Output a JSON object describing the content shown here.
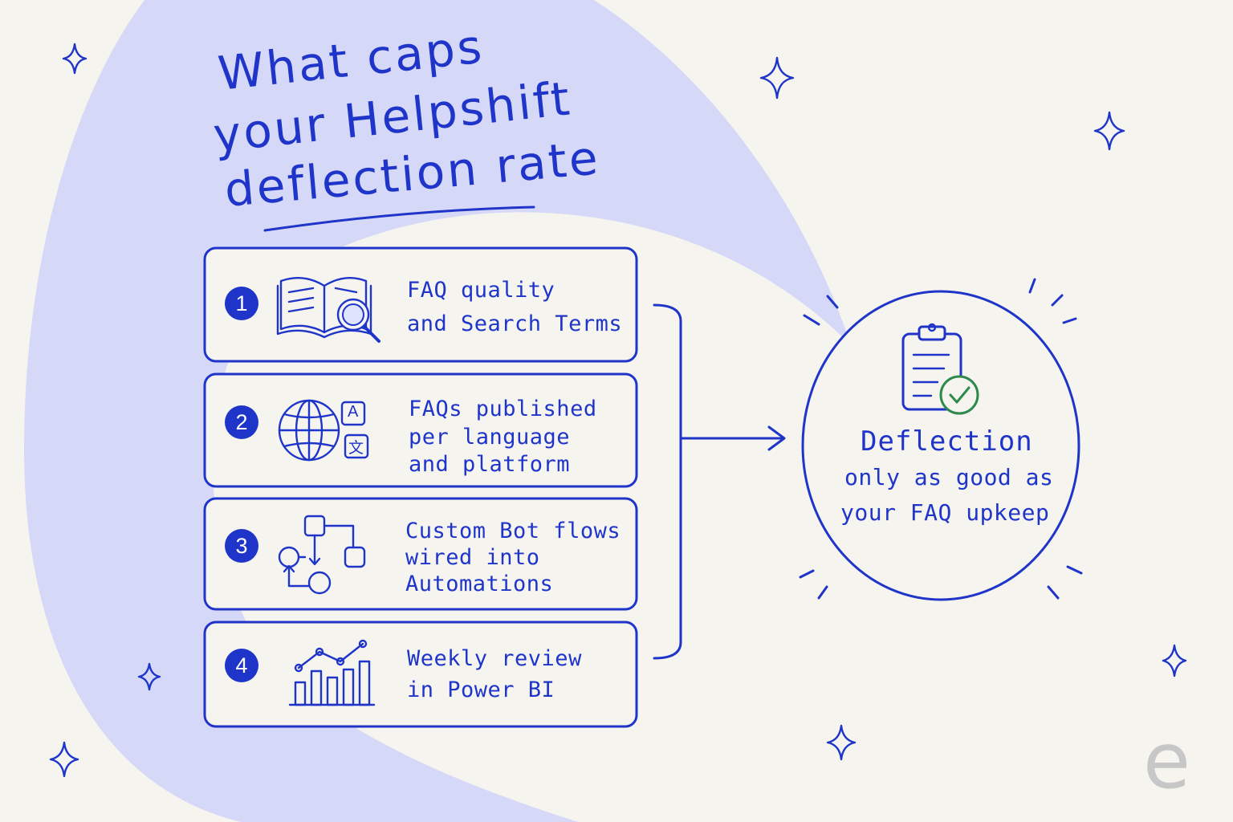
{
  "title": {
    "line1": "What caps",
    "line2": "your Helpshift",
    "line3": "deflection rate"
  },
  "factors": [
    {
      "number": "1",
      "icon": "book-magnifier-icon",
      "lines": [
        "FAQ quality",
        "and Search Terms"
      ]
    },
    {
      "number": "2",
      "icon": "globe-translate-icon",
      "lines": [
        "FAQs published",
        "per language",
        "and platform"
      ],
      "icon_glyphs": [
        "A",
        "文"
      ]
    },
    {
      "number": "3",
      "icon": "flowchart-icon",
      "lines": [
        "Custom Bot flows",
        "wired into",
        "Automations"
      ]
    },
    {
      "number": "4",
      "icon": "bar-line-chart-icon",
      "lines": [
        "Weekly review",
        "in Power BI"
      ]
    }
  ],
  "result": {
    "icon": "clipboard-check-icon",
    "title": "Deflection",
    "lines": [
      "only as good as",
      "your FAQ upkeep"
    ]
  },
  "logo": {
    "letter": "e"
  },
  "colors": {
    "ink": "#1f35c9",
    "background": "#f6f4ef",
    "blob": "#d6d8f7",
    "check": "#2e8a4a",
    "logo": "#c7c7c7"
  }
}
